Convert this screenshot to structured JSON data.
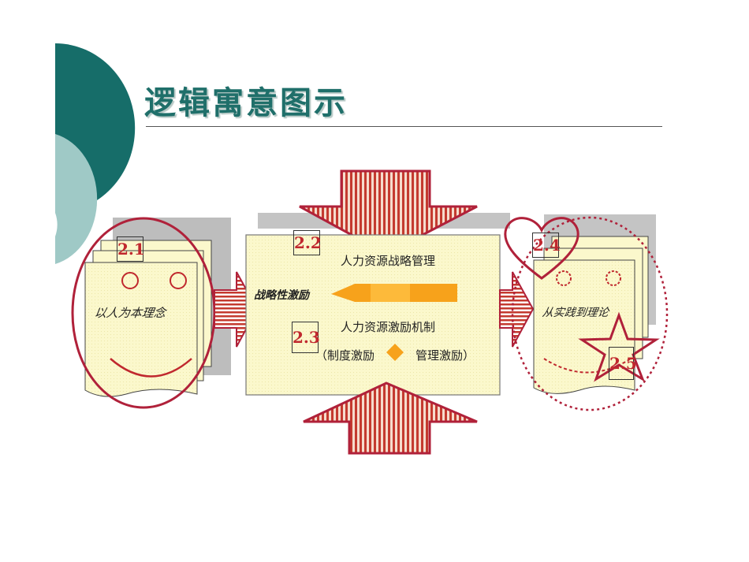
{
  "slide": {
    "title": "逻辑寓意图示"
  },
  "diagram": {
    "left_box": {
      "number": "2.1",
      "text": "以人为本理念"
    },
    "center_box": {
      "number_top": "2.2",
      "number_bottom": "2.3",
      "line1": "人力资源战略管理",
      "side_label": "战略性激励",
      "line2": "人力资源激励机制",
      "sub_left": "（制度激励",
      "sub_right": "管理激励）"
    },
    "right_box": {
      "number_heart": "2.4",
      "number_star": "2.5",
      "text": "从实践到理论"
    },
    "colors": {
      "title": "#1f6f6a",
      "paper": "#fbf8cc",
      "arrow_stripe": "#c43a2f",
      "accent_red": "#b0213a",
      "orange_bar": "#f7a21b",
      "teal_dark": "#166d69",
      "teal_light": "#9fc9c6"
    }
  }
}
